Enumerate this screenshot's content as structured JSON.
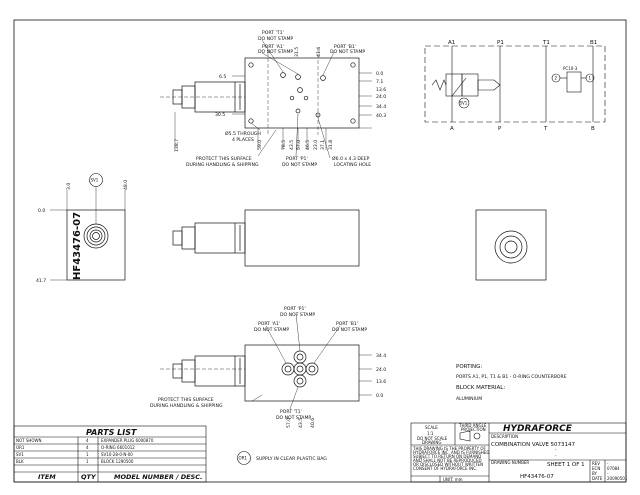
{
  "top_view": {
    "callouts": {
      "port_t1": [
        "PORT 'T1'",
        "DO NOT STAMP"
      ],
      "port_a1": [
        "PORT 'A1'",
        "DO NOT STAMP"
      ],
      "port_b1": [
        "PORT 'B1'",
        "DO NOT STAMP"
      ],
      "port_p1": [
        "PORT 'P1'",
        "DO NOT STAMP"
      ],
      "thru": [
        "Ø5.5 THROUGH",
        "4 PLACES"
      ],
      "protect": [
        "PROTECT THIS SURFACE",
        "DURING HANDLING & SHIPPING"
      ],
      "locating": [
        "Ø6.0 x 4.3 DEEP",
        "LOCATING HOLE"
      ]
    },
    "left_dims": [
      "6.5",
      "30.5"
    ],
    "right_dims": [
      "0.0",
      "7.1",
      "13.6",
      "24.0",
      "34.4",
      "40.3"
    ],
    "top_dims": [
      "31.5",
      "41.4"
    ],
    "bottom_dims": [
      "59.0",
      "78.5",
      "43.5",
      "57.0",
      "46.5",
      "23.0",
      "37.1",
      "31.8"
    ],
    "left_vertical_dim": "138.7"
  },
  "side_view": {
    "dims_top": [
      "3.0",
      "48.0"
    ],
    "dims_left": [
      "0.0",
      "41.7"
    ],
    "balloon": "SV1",
    "part_number": "HF43476-07"
  },
  "bottom_view": {
    "callouts": {
      "port_p1": [
        "PORT 'P1'",
        "DO NOT STAMP"
      ],
      "port_a1": [
        "PORT 'A1'",
        "DO NOT STAMP"
      ],
      "port_b1": [
        "PORT 'B1'",
        "DO NOT STAMP"
      ],
      "port_t1": [
        "PORT 'T1'",
        "DO NOT STAMP"
      ],
      "protect": [
        "PROTECT THIS SURFACE",
        "DURING HANDLING & SHIPPING"
      ]
    },
    "right_dims": [
      "34.4",
      "24.0",
      "13.6",
      "0.0"
    ],
    "bottom_dims": [
      "57.0",
      "43.5",
      "40.6"
    ]
  },
  "schematic": {
    "port_labels_top": [
      "A1",
      "P1",
      "T1",
      "B1"
    ],
    "port_labels_bottom": [
      "A",
      "P",
      "T",
      "B"
    ],
    "valve_label": "PC10-3",
    "balloons": [
      "SV1",
      "2",
      "1"
    ]
  },
  "notes": {
    "porting_heading": "PORTING:",
    "porting_text": "PORTS A1, P1, T1 & B1 - O-RING COUNTERBORE",
    "material_heading": "BLOCK MATERIAL:",
    "material_text": "ALUMINIUM"
  },
  "supply_note": {
    "balloon": "OR1",
    "text": "SUPPLY IN CLEAR PLASTIC BAG"
  },
  "parts_list": {
    "title": "PARTS LIST",
    "rows": [
      {
        "item": "NOT SHOWN",
        "qty": "4",
        "desc": "EXPANDER PLUG  6000870"
      },
      {
        "item": "OR1",
        "qty": "4",
        "desc": "O-RING  6601012"
      },
      {
        "item": "SV1",
        "qty": "1",
        "desc": "SV10-28-0-N-00"
      },
      {
        "item": "BLK",
        "qty": "1",
        "desc": "BLOCK  1290500"
      }
    ],
    "headers": {
      "item": "ITEM",
      "qty": "QTY",
      "desc": "MODEL NUMBER / DESC."
    }
  },
  "title_block": {
    "scale_label": "SCALE",
    "scale_value": "1:1",
    "do_not_scale": [
      "DO NOT SCALE",
      "DRAWING"
    ],
    "projection": [
      "THIRD ANGLE",
      "PROJECTION"
    ],
    "brand": "HYDRAFORCE",
    "description_label": "DESCRIPTION",
    "description": "COMBINATION VALVE 5073147",
    "drawing_number_label": "DRAWING NUMBER",
    "drawing_number": "HF43476-07",
    "sheet": "SHEET 1 OF 1",
    "units": "UNIT: mm",
    "confidential": [
      "THIS DRAWING IS THE PROPERTY OF",
      "HYDRAFORCE INC. AND IS FURNISHED",
      "SUBJECT TO RETURN ON DEMAND",
      "AND SHALL NOT BE REPRODUCED",
      "OR DISCLOSED WITHOUT WRITTEN",
      "CONSENT OF HYDRAFORCE INC."
    ],
    "rev_labels": [
      "REV",
      "ECN",
      "BY",
      "DATE"
    ],
    "rev_values": [
      "-",
      "07084",
      "-",
      "20090501"
    ],
    "dash": "-"
  }
}
